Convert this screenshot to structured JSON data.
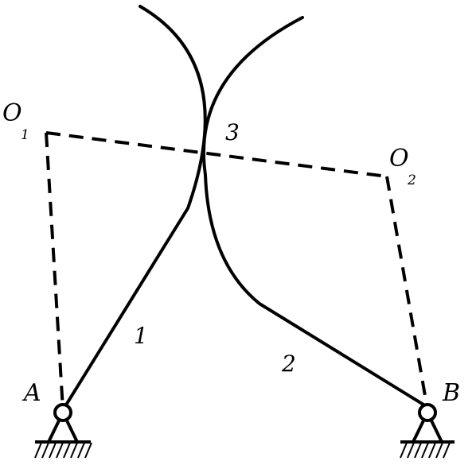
{
  "labels": {
    "pivot_a": "A",
    "pivot_b": "B",
    "center_o": "O",
    "center_o1_sub": "1",
    "center_o2_sub": "2",
    "link_1": "1",
    "link_2": "2",
    "contact_3": "3"
  }
}
